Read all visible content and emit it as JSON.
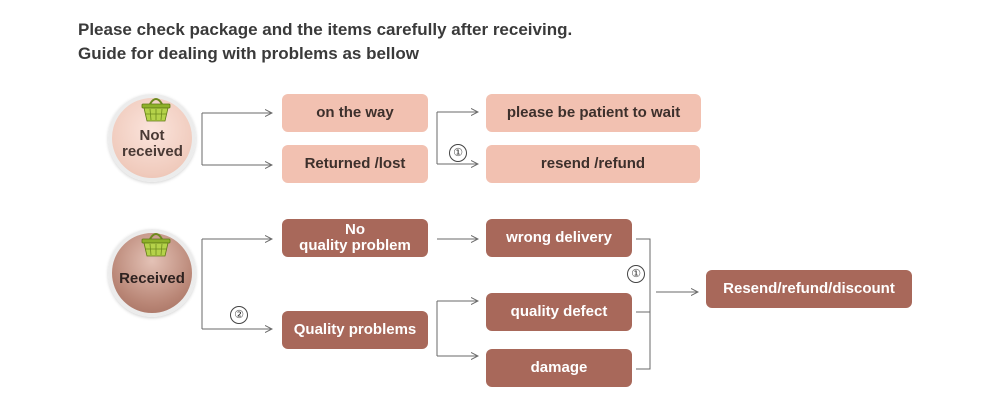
{
  "header": {
    "line1": "Please check package and the items carefully after receiving.",
    "line2": "Guide for dealing with problems as bellow"
  },
  "nodes": {
    "not_received": "Not received",
    "received": "Received",
    "on_the_way": "on the way",
    "returned_lost": "Returned /lost",
    "patient_wait": "please be patient to wait",
    "resend_refund": "resend /refund",
    "no_quality_line1": "No",
    "no_quality_line2": "quality problem",
    "quality_problems": "Quality problems",
    "wrong_delivery": "wrong delivery",
    "quality_defect": "quality defect",
    "damage": "damage",
    "resend_refund_discount": "Resend/refund/discount"
  },
  "markers": {
    "one_a": "①",
    "one_b": "①",
    "two": "②"
  },
  "icons": {
    "basket": "basket-icon"
  },
  "colors": {
    "light_box": "#f2c1b1",
    "dark_box": "#a8685a",
    "line": "#6a6a6a"
  }
}
